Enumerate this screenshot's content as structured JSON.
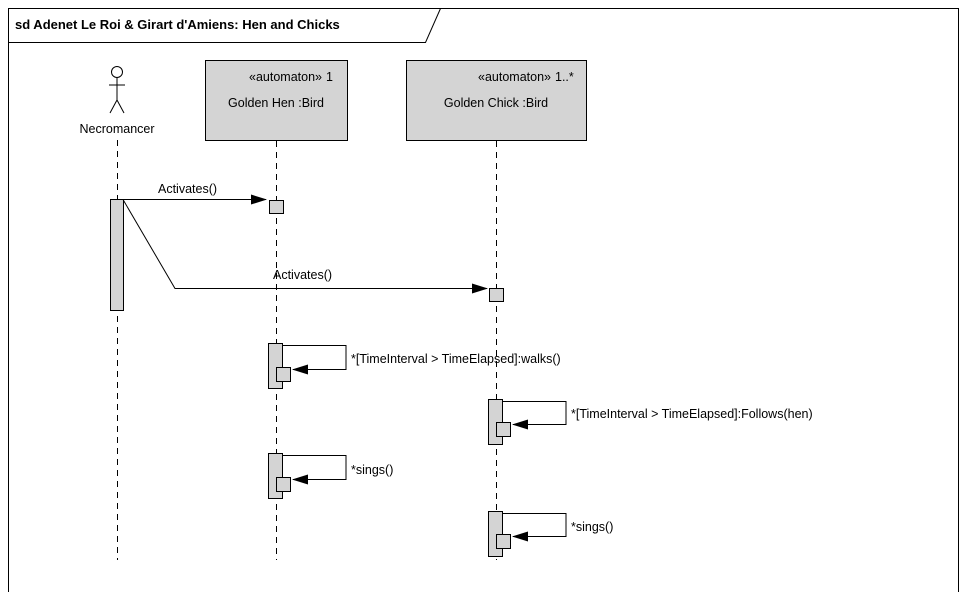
{
  "frame": {
    "title": "sd Adenet Le Roi & Girart d'Amiens: Hen and Chicks"
  },
  "colors": {
    "lifeline_fill": "#d4d4d4",
    "line": "#000000",
    "background": "#ffffff"
  },
  "actors": [
    {
      "name": "Necromancer",
      "icon": "stick-figure-actor-icon"
    }
  ],
  "lifelines": [
    {
      "stereotype": "«automaton»",
      "multiplicity": "1",
      "name": "Golden Hen :Bird"
    },
    {
      "stereotype": "«automaton»",
      "multiplicity": "1..*",
      "name": "Golden Chick :Bird"
    }
  ],
  "messages": [
    {
      "label": "Activates()",
      "from": "Necromancer",
      "to": "Golden Hen :Bird"
    },
    {
      "label": "Activates()",
      "from": "Necromancer",
      "to": "Golden Chick :Bird"
    },
    {
      "label": "*[TimeInterval > TimeElapsed]:walks()",
      "from": "Golden Hen :Bird",
      "to": "Golden Hen :Bird"
    },
    {
      "label": "*[TimeInterval > TimeElapsed]:Follows(hen)",
      "from": "Golden Chick :Bird",
      "to": "Golden Chick :Bird"
    },
    {
      "label": "*sings()",
      "from": "Golden Hen :Bird",
      "to": "Golden Hen :Bird"
    },
    {
      "label": "*sings()",
      "from": "Golden Chick :Bird",
      "to": "Golden Chick :Bird"
    }
  ]
}
